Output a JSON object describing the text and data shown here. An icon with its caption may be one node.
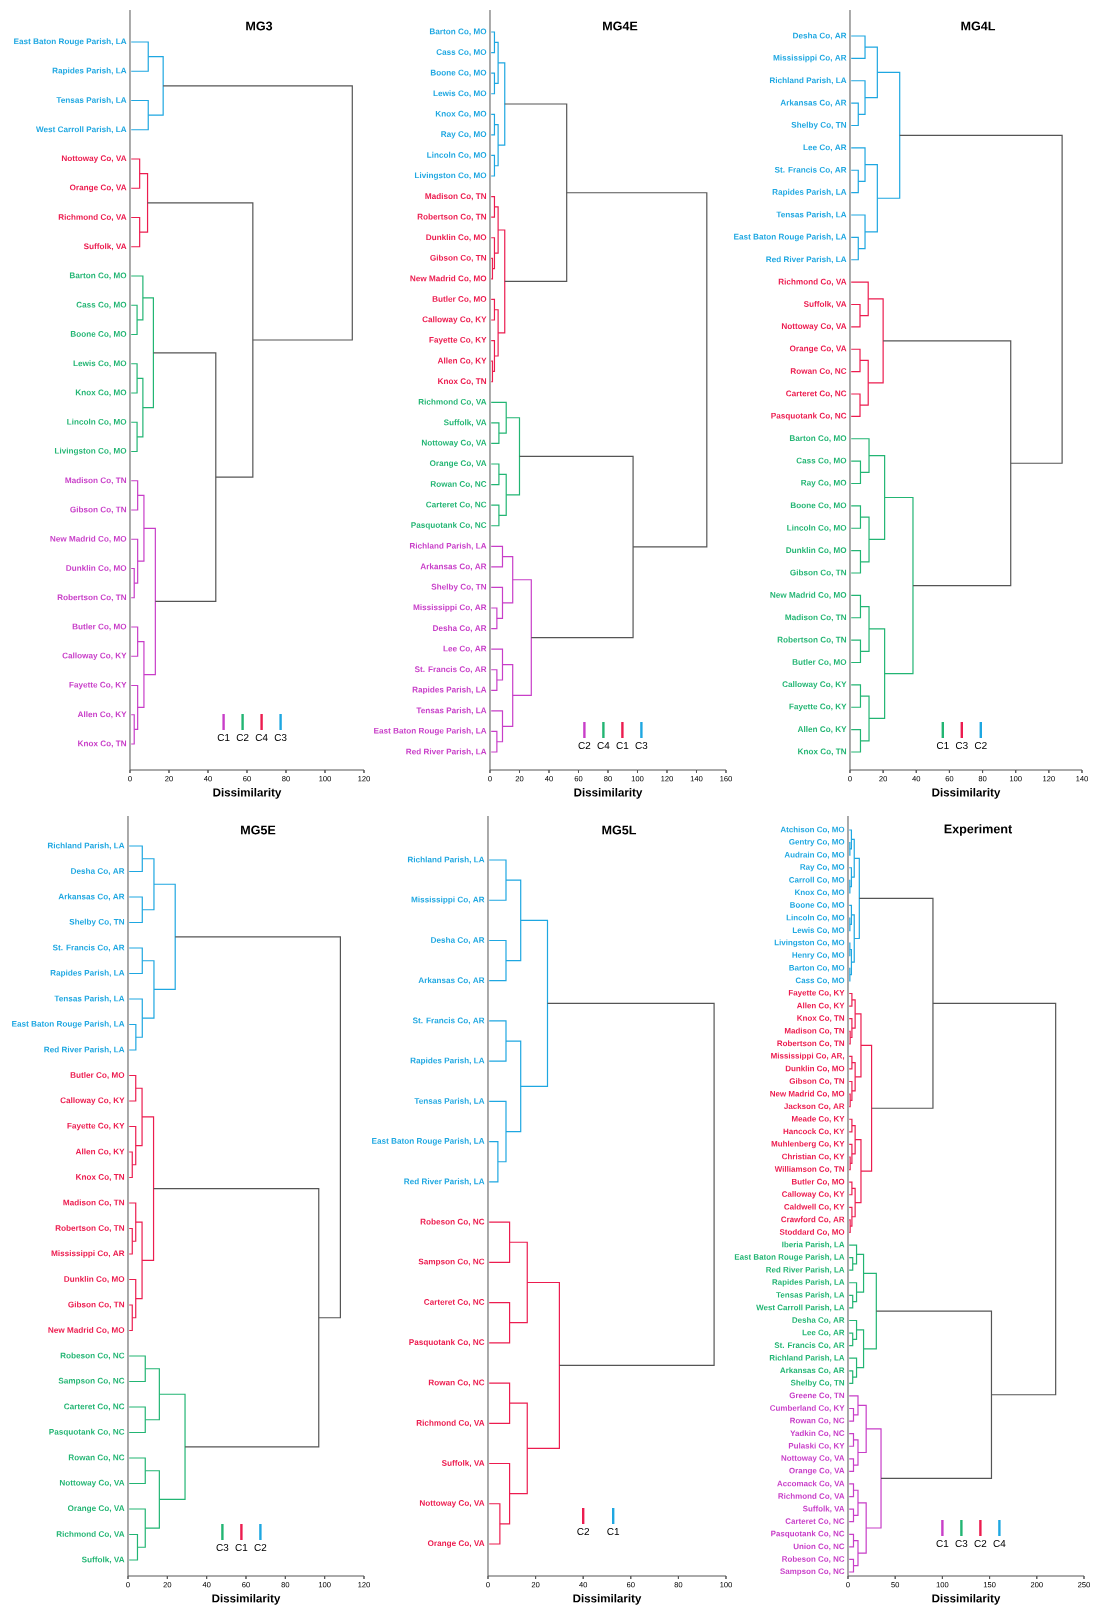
{
  "diagram": {
    "nodes": [
      {
        "text": [
          "East Baton Rouge Parish, LA"
        ]
      },
      {
        "text": [
          "Rapides Parish, LA"
        ]
      },
      {
        "text": [
          "Tensas Parish, LA"
        ]
      },
      {
        "text": [
          "West Carroll Parish, LA"
        ]
      },
      {
        "text": [
          "Nottoway Co, VA"
        ]
      },
      {
        "text": [
          "Orange Co, VA"
        ]
      },
      {
        "text": [
          "Richmond Co, VA"
        ]
      },
      {
        "text": [
          "Suffolk, VA"
        ]
      },
      {
        "text": [
          "Barton Co, MO"
        ]
      },
      {
        "text": [
          "Cass Co, MO"
        ]
      },
      {
        "text": [
          "Boone Co, MO"
        ]
      },
      {
        "text": [
          "Lewis Co, MO"
        ]
      },
      {
        "text": [
          "Knox Co, MO"
        ]
      },
      {
        "text": [
          "Lincoln Co, MO"
        ]
      },
      {
        "text": [
          "Livingston Co, MO"
        ]
      },
      {
        "text": [
          "Madison Co, TN"
        ]
      },
      {
        "text": [
          "Gibson Co, TN"
        ]
      },
      {
        "text": [
          "New Madrid Co, MO"
        ]
      },
      {
        "text": [
          "Dunklin Co, MO"
        ]
      },
      {
        "text": [
          "Robertson Co, TN"
        ]
      },
      {
        "text": [
          "Butler Co, MO"
        ]
      },
      {
        "text": [
          "Calloway Co, KY"
        ]
      },
      {
        "text": [
          "Fayette Co, KY"
        ]
      },
      {
        "text": [
          "Allen Co, KY"
        ]
      },
      {
        "text": [
          "Knox Co, TN"
        ]
      },
      {
        "text": [
          "Barton Co, MO"
        ]
      },
      {
        "text": [
          "Cass Co, MO"
        ]
      },
      {
        "text": [
          "Boone Co, MO"
        ]
      },
      {
        "text": [
          "Lewis Co, MO"
        ]
      },
      {
        "text": [
          "Knox Co, MO"
        ]
      },
      {
        "text": [
          "Ray Co, MO"
        ]
      },
      {
        "text": [
          "Lincoln Co, MO"
        ]
      },
      {
        "text": [
          "Livingston Co, MO"
        ]
      },
      {
        "text": [
          "Madison Co, TN"
        ]
      },
      {
        "text": [
          "Robertson Co, TN"
        ]
      },
      {
        "text": [
          "Dunklin Co, MO"
        ]
      },
      {
        "text": [
          "Gibson Co, TN"
        ]
      },
      {
        "text": [
          "New Madrid Co, MO"
        ]
      },
      {
        "text": [
          "Butler Co, MO"
        ]
      },
      {
        "text": [
          "Calloway Co, KY"
        ]
      },
      {
        "text": [
          "Fayette Co, KY"
        ]
      },
      {
        "text": [
          "Allen Co, KY"
        ]
      },
      {
        "text": [
          "Knox Co, TN"
        ]
      },
      {
        "text": [
          "Richmond Co, VA"
        ]
      },
      {
        "text": [
          "Suffolk, VA"
        ]
      },
      {
        "text": [
          "Nottoway Co, VA"
        ]
      },
      {
        "text": [
          "Orange Co, VA"
        ]
      },
      {
        "text": [
          "Rowan Co, NC"
        ]
      },
      {
        "text": [
          "Carteret Co, NC"
        ]
      },
      {
        "text": [
          "Pasquotank Co, NC"
        ]
      },
      {
        "text": [
          "Richland Parish, LA"
        ]
      },
      {
        "text": [
          "Arkansas Co, AR"
        ]
      },
      {
        "text": [
          "Shelby Co, TN"
        ]
      },
      {
        "text": [
          "Mississippi Co, AR"
        ]
      },
      {
        "text": [
          "Desha Co, AR"
        ]
      },
      {
        "text": [
          "Lee Co, AR"
        ]
      },
      {
        "text": [
          "St. Francis Co, AR"
        ]
      },
      {
        "text": [
          "Rapides Parish, LA"
        ]
      },
      {
        "text": [
          "Tensas Parish, LA"
        ]
      },
      {
        "text": [
          "East Baton Rouge Parish, LA"
        ]
      },
      {
        "text": [
          "Red River Parish, LA"
        ]
      },
      {
        "text": [
          "Desha Co, AR"
        ]
      },
      {
        "text": [
          "Mississippi Co, AR"
        ]
      },
      {
        "text": [
          "Richland Parish, LA"
        ]
      },
      {
        "text": [
          "Arkansas Co, AR"
        ]
      },
      {
        "text": [
          "Shelby Co, TN"
        ]
      },
      {
        "text": [
          "Lee Co, AR"
        ]
      },
      {
        "text": [
          "St. Francis Co, AR"
        ]
      },
      {
        "text": [
          "Rapides Parish, LA"
        ]
      },
      {
        "text": [
          "Tensas Parish, LA"
        ]
      },
      {
        "text": [
          "East Baton Rouge Parish, LA"
        ]
      },
      {
        "text": [
          "Red River Parish, LA"
        ]
      },
      {
        "text": [
          "Richmond Co, VA"
        ]
      },
      {
        "text": [
          "Suffolk, VA"
        ]
      },
      {
        "text": [
          "Nottoway Co, VA"
        ]
      },
      {
        "text": [
          "Orange Co, VA"
        ]
      },
      {
        "text": [
          "Rowan Co, NC"
        ]
      },
      {
        "text": [
          "Carteret Co, NC"
        ]
      },
      {
        "text": [
          "Pasquotank Co, NC"
        ]
      },
      {
        "text": [
          "Barton Co, MO"
        ]
      },
      {
        "text": [
          "Cass Co, MO"
        ]
      },
      {
        "text": [
          "Ray Co, MO"
        ]
      },
      {
        "text": [
          "Boone Co, MO"
        ]
      },
      {
        "text": [
          "Lincoln Co, MO"
        ]
      },
      {
        "text": [
          "Dunklin Co, MO"
        ]
      },
      {
        "text": [
          "Gibson Co, TN"
        ]
      },
      {
        "text": [
          "New Madrid Co, MO"
        ]
      },
      {
        "text": [
          "Madison Co, TN"
        ]
      },
      {
        "text": [
          "Robertson Co, TN"
        ]
      },
      {
        "text": [
          "Butler Co, MO"
        ]
      },
      {
        "text": [
          "Calloway Co, KY"
        ]
      },
      {
        "text": [
          "Fayette Co, KY"
        ]
      },
      {
        "text": [
          "Allen Co, KY"
        ]
      },
      {
        "text": [
          "Knox Co, TN"
        ]
      },
      {
        "text": [
          "Richland Parish, LA"
        ]
      },
      {
        "text": [
          "Desha Co, AR"
        ]
      },
      {
        "text": [
          "Arkansas Co, AR"
        ]
      },
      {
        "text": [
          "Shelby Co, TN"
        ]
      },
      {
        "text": [
          "St. Francis Co, AR"
        ]
      },
      {
        "text": [
          "Rapides Parish, LA"
        ]
      },
      {
        "text": [
          "Tensas Parish, LA"
        ]
      },
      {
        "text": [
          "East Baton Rouge Parish, LA"
        ]
      },
      {
        "text": [
          "Red River Parish, LA"
        ]
      },
      {
        "text": [
          "Butler Co, MO"
        ]
      },
      {
        "text": [
          "Calloway Co, KY"
        ]
      },
      {
        "text": [
          "Fayette Co, KY"
        ]
      },
      {
        "text": [
          "Allen Co, KY"
        ]
      },
      {
        "text": [
          "Knox Co, TN"
        ]
      },
      {
        "text": [
          "Madison Co, TN"
        ]
      },
      {
        "text": [
          "Robertson Co, TN"
        ]
      },
      {
        "text": [
          "Mississippi Co, AR"
        ]
      },
      {
        "text": [
          "Dunklin Co, MO"
        ]
      },
      {
        "text": [
          "Gibson Co, TN"
        ]
      },
      {
        "text": [
          "New Madrid Co, MO"
        ]
      },
      {
        "text": [
          "Robeson Co, NC"
        ]
      },
      {
        "text": [
          "Sampson Co, NC"
        ]
      },
      {
        "text": [
          "Carteret Co, NC"
        ]
      },
      {
        "text": [
          "Pasquotank Co, NC"
        ]
      },
      {
        "text": [
          "Rowan Co, NC"
        ]
      },
      {
        "text": [
          "Nottoway Co, VA"
        ]
      },
      {
        "text": [
          "Orange Co, VA"
        ]
      },
      {
        "text": [
          "Richmond Co, VA"
        ]
      },
      {
        "text": [
          "Suffolk, VA"
        ]
      },
      {
        "text": [
          "Richland Parish, LA"
        ]
      },
      {
        "text": [
          "Mississippi Co, AR"
        ]
      },
      {
        "text": [
          "Desha Co, AR"
        ]
      },
      {
        "text": [
          "Arkansas Co, AR"
        ]
      },
      {
        "text": [
          "St. Francis Co, AR"
        ]
      },
      {
        "text": [
          "Rapides Parish, LA"
        ]
      },
      {
        "text": [
          "Tensas Parish, LA"
        ]
      },
      {
        "text": [
          "East Baton Rouge Parish, LA"
        ]
      },
      {
        "text": [
          "Red River Parish, LA"
        ]
      },
      {
        "text": [
          "Robeson Co, NC"
        ]
      },
      {
        "text": [
          "Sampson Co, NC"
        ]
      },
      {
        "text": [
          "Carteret Co, NC"
        ]
      },
      {
        "text": [
          "Pasquotank Co, NC"
        ]
      },
      {
        "text": [
          "Rowan Co, NC"
        ]
      },
      {
        "text": [
          "Richmond Co, VA"
        ]
      },
      {
        "text": [
          "Suffolk, VA"
        ]
      },
      {
        "text": [
          "Nottoway Co, VA"
        ]
      },
      {
        "text": [
          "Orange Co, VA"
        ]
      },
      {
        "text": [
          "Atchison Co, MO"
        ]
      },
      {
        "text": [
          "Gentry Co, MO"
        ]
      },
      {
        "text": [
          "Audrain Co, MO"
        ]
      },
      {
        "text": [
          "Ray Co, MO"
        ]
      },
      {
        "text": [
          "Carroll Co, MO"
        ]
      },
      {
        "text": [
          "Knox Co, MO"
        ]
      },
      {
        "text": [
          "Boone Co, MO"
        ]
      },
      {
        "text": [
          "Lincoln Co, MO"
        ]
      },
      {
        "text": [
          "Lewis Co, MO"
        ]
      },
      {
        "text": [
          "Livingston Co, MO"
        ]
      },
      {
        "text": [
          "Henry Co, MO"
        ]
      },
      {
        "text": [
          "Barton Co, MO"
        ]
      },
      {
        "text": [
          "Cass Co, MO"
        ]
      },
      {
        "text": [
          "Fayette Co, KY"
        ]
      },
      {
        "text": [
          "Allen Co, KY"
        ]
      },
      {
        "text": [
          "Knox Co, TN"
        ]
      },
      {
        "text": [
          "Madison Co, TN"
        ]
      },
      {
        "text": [
          "Robertson Co, TN"
        ]
      },
      {
        "text": [
          "Mississippi Co, AR,"
        ]
      },
      {
        "text": [
          "Dunklin Co, MO"
        ]
      },
      {
        "text": [
          "Gibson Co, TN"
        ]
      },
      {
        "text": [
          "New Madrid Co, MO"
        ]
      },
      {
        "text": [
          "Jackson Co, AR"
        ]
      },
      {
        "text": [
          "Meade Co, KY"
        ]
      },
      {
        "text": [
          "Hancock Co, KY"
        ]
      },
      {
        "text": [
          "Muhlenberg Co, KY"
        ]
      },
      {
        "text": [
          "Christian Co, KY"
        ]
      },
      {
        "text": [
          "Williamson Co, TN"
        ]
      },
      {
        "text": [
          "Butler Co, MO"
        ]
      },
      {
        "text": [
          "Calloway Co, KY"
        ]
      },
      {
        "text": [
          "Caldwell Co, KY"
        ]
      },
      {
        "text": [
          "Crawford Co, AR"
        ]
      },
      {
        "text": [
          "Stoddard Co, MO"
        ]
      },
      {
        "text": [
          "Iberia Parish, LA"
        ]
      },
      {
        "text": [
          "East Baton Rouge Parish, LA"
        ]
      },
      {
        "text": [
          "Red River Parish, LA"
        ]
      },
      {
        "text": [
          "Rapides Parish, LA"
        ]
      },
      {
        "text": [
          "Tensas Parish, LA"
        ]
      },
      {
        "text": [
          "West Carroll Parish, LA"
        ]
      },
      {
        "text": [
          "Desha Co, AR"
        ]
      },
      {
        "text": [
          "Lee Co, AR"
        ]
      },
      {
        "text": [
          "St. Francis Co, AR"
        ]
      },
      {
        "text": [
          "Richland Parish, LA"
        ]
      },
      {
        "text": [
          "Arkansas Co, AR"
        ]
      },
      {
        "text": [
          "Shelby Co, TN"
        ]
      },
      {
        "text": [
          "Greene Co, TN"
        ]
      },
      {
        "text": [
          "Cumberland Co, KY"
        ]
      },
      {
        "text": [
          "Rowan Co, NC"
        ]
      },
      {
        "text": [
          "Yadkin Co, NC"
        ]
      },
      {
        "text": [
          "Pulaski Co, KY"
        ]
      },
      {
        "text": [
          "Nottoway Co, VA"
        ]
      },
      {
        "text": [
          "Orange Co, VA"
        ]
      },
      {
        "text": [
          "Accomack Co, VA"
        ]
      },
      {
        "text": [
          "Richmond Co, VA"
        ]
      },
      {
        "text": [
          "Suffolk, VA"
        ]
      },
      {
        "text": [
          "Carteret Co, NC"
        ]
      },
      {
        "text": [
          "Pasquotank Co, NC"
        ]
      },
      {
        "text": [
          "Union Co, NC"
        ]
      },
      {
        "text": [
          "Robeson Co, NC"
        ]
      },
      {
        "text": [
          "Sampson Co, NC"
        ]
      }
    ],
    "labels": [
      "MG3",
      "0",
      "20",
      "40",
      "60",
      "80",
      "100",
      "120",
      "Dissimilarity",
      "MG4E",
      "0",
      "20",
      "40",
      "60",
      "80",
      "100",
      "120",
      "140",
      "160",
      "Dissimilarity",
      "MG4L",
      "0",
      "20",
      "40",
      "60",
      "80",
      "100",
      "120",
      "140",
      "Dissimilarity",
      "MG5E",
      "0",
      "20",
      "40",
      "60",
      "80",
      "100",
      "120",
      "Dissimilarity",
      "MG5L",
      "0",
      "20",
      "40",
      "60",
      "80",
      "100",
      "Dissimilarity",
      "Experiment",
      "0",
      "50",
      "100",
      "150",
      "200",
      "250",
      "Dissimilarity"
    ],
    "legend": [
      {
        "text": "C1",
        "color": "#c83ec8"
      },
      {
        "text": "C2",
        "color": "#22b573"
      },
      {
        "text": "C4",
        "color": "#ec1c4f"
      },
      {
        "text": "C3",
        "color": "#1ea7e1"
      },
      {
        "text": "C2",
        "color": "#c83ec8"
      },
      {
        "text": "C4",
        "color": "#22b573"
      },
      {
        "text": "C1",
        "color": "#ec1c4f"
      },
      {
        "text": "C3",
        "color": "#1ea7e1"
      },
      {
        "text": "C1",
        "color": "#22b573"
      },
      {
        "text": "C3",
        "color": "#ec1c4f"
      },
      {
        "text": "C2",
        "color": "#1ea7e1"
      },
      {
        "text": "C3",
        "color": "#22b573"
      },
      {
        "text": "C1",
        "color": "#ec1c4f"
      },
      {
        "text": "C2",
        "color": "#1ea7e1"
      },
      {
        "text": "C2",
        "color": "#ec1c4f"
      },
      {
        "text": "C1",
        "color": "#1ea7e1"
      },
      {
        "text": "C1",
        "color": "#c83ec8"
      },
      {
        "text": "C3",
        "color": "#22b573"
      },
      {
        "text": "C2",
        "color": "#ec1c4f"
      },
      {
        "text": "C4",
        "color": "#1ea7e1"
      }
    ]
  }
}
